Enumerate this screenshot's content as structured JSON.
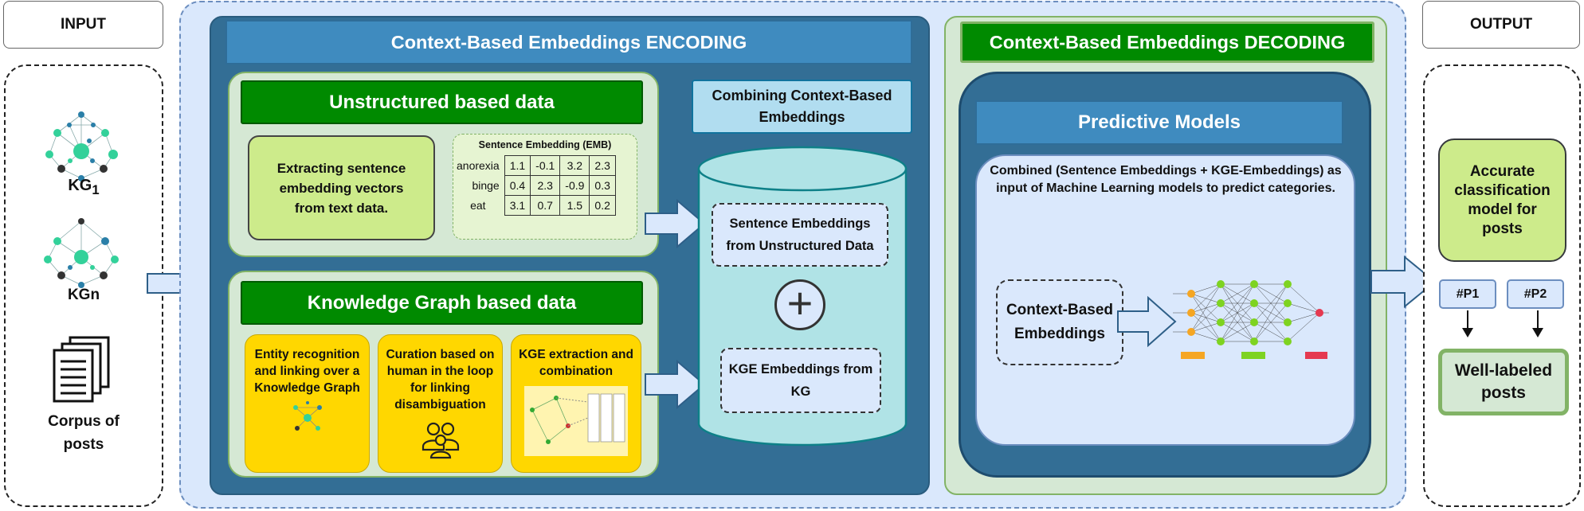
{
  "input": {
    "header": "INPUT",
    "kg1_label": "KG",
    "kg1_sub": "1",
    "kgn_label": "KGn",
    "corpus_label": "Corpus of posts"
  },
  "output": {
    "header": "OUTPUT",
    "result_box": "Accurate classification model for posts",
    "tags": [
      "#P1",
      "#P2"
    ],
    "final_box": "Well-labeled posts"
  },
  "encoding": {
    "title": "Context-Based Embeddings ENCODING",
    "unstructured": {
      "title": "Unstructured based data",
      "extract_text": "Extracting sentence embedding vectors from text data.",
      "emb_title": "Sentence Embedding (EMB)",
      "emb_rows": [
        {
          "label": "anorexia",
          "values": [
            "1.1",
            "-0.1",
            "3.2",
            "2.3"
          ]
        },
        {
          "label": "binge",
          "values": [
            "0.4",
            "2.3",
            "-0.9",
            "0.3"
          ]
        },
        {
          "label": "eat",
          "values": [
            "3.1",
            "0.7",
            "1.5",
            "0.2"
          ]
        }
      ]
    },
    "kg": {
      "title": "Knowledge Graph based data",
      "boxes": [
        "Entity recognition and linking over a Knowledge Graph",
        "Curation based on human in the loop for linking disambiguation",
        "KGE extraction and combination"
      ]
    },
    "combining": {
      "title": "Combining Context-Based Embeddings",
      "sentence_box": "Sentence Embeddings from Unstructured Data",
      "kge_box": "KGE Embeddings from KG",
      "plus": "+"
    }
  },
  "decoding": {
    "title": "Context-Based Embeddings DECODING",
    "predictive_title": "Predictive Models",
    "description": "Combined (Sentence Embeddings + KGE-Embeddings) as input of Machine Learning models to predict categories.",
    "cbe_box": "Context-Based Embeddings"
  },
  "colors": {
    "outer_bg": "#dae8fc",
    "encoding_bg": "#336e95",
    "green": "#008a00",
    "light_green": "#cdeb8b",
    "yellow": "#ffd700",
    "cyl": "#b0e3e6"
  }
}
